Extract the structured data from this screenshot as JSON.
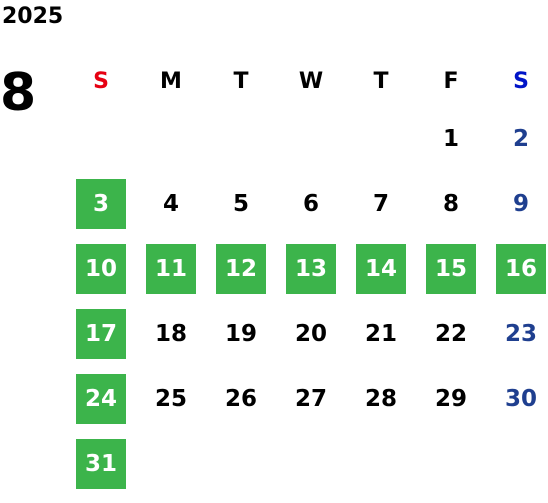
{
  "calendar": {
    "year": "2025",
    "month": "8",
    "weekdays": [
      {
        "label": "S",
        "color": "#e60012"
      },
      {
        "label": "M",
        "color": "#000000"
      },
      {
        "label": "T",
        "color": "#000000"
      },
      {
        "label": "W",
        "color": "#000000"
      },
      {
        "label": "T",
        "color": "#000000"
      },
      {
        "label": "F",
        "color": "#000000"
      },
      {
        "label": "S",
        "color": "#0014c8"
      }
    ],
    "highlight_color": "#3cb44b",
    "saturday_color": "#1f3f8f",
    "weeks": [
      [
        null,
        null,
        null,
        null,
        null,
        {
          "day": "1"
        },
        {
          "day": "2"
        }
      ],
      [
        {
          "day": "3",
          "hl": true
        },
        {
          "day": "4"
        },
        {
          "day": "5"
        },
        {
          "day": "6"
        },
        {
          "day": "7"
        },
        {
          "day": "8"
        },
        {
          "day": "9"
        }
      ],
      [
        {
          "day": "10",
          "hl": true
        },
        {
          "day": "11",
          "hl": true
        },
        {
          "day": "12",
          "hl": true
        },
        {
          "day": "13",
          "hl": true
        },
        {
          "day": "14",
          "hl": true
        },
        {
          "day": "15",
          "hl": true
        },
        {
          "day": "16",
          "hl": true
        }
      ],
      [
        {
          "day": "17",
          "hl": true
        },
        {
          "day": "18"
        },
        {
          "day": "19"
        },
        {
          "day": "20"
        },
        {
          "day": "21"
        },
        {
          "day": "22"
        },
        {
          "day": "23"
        }
      ],
      [
        {
          "day": "24",
          "hl": true
        },
        {
          "day": "25"
        },
        {
          "day": "26"
        },
        {
          "day": "27"
        },
        {
          "day": "28"
        },
        {
          "day": "29"
        },
        {
          "day": "30"
        }
      ],
      [
        {
          "day": "31",
          "hl": true
        },
        null,
        null,
        null,
        null,
        null,
        null
      ]
    ]
  }
}
